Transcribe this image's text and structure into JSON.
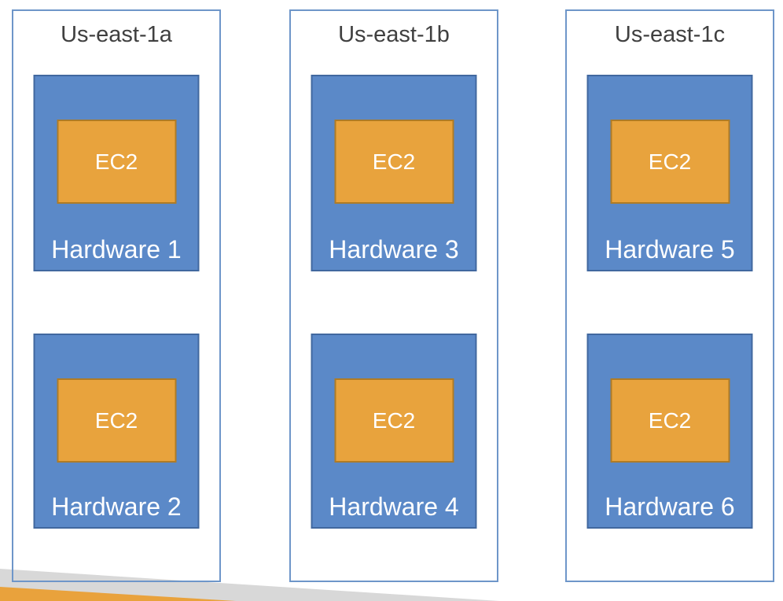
{
  "zones": [
    {
      "name": "Us-east-1a",
      "hardware": [
        {
          "label": "Hardware 1",
          "instance": "EC2"
        },
        {
          "label": "Hardware 2",
          "instance": "EC2"
        }
      ]
    },
    {
      "name": "Us-east-1b",
      "hardware": [
        {
          "label": "Hardware 3",
          "instance": "EC2"
        },
        {
          "label": "Hardware 4",
          "instance": "EC2"
        }
      ]
    },
    {
      "name": "Us-east-1c",
      "hardware": [
        {
          "label": "Hardware 5",
          "instance": "EC2"
        },
        {
          "label": "Hardware 6",
          "instance": "EC2"
        }
      ]
    }
  ],
  "colors": {
    "zone_border": "#6E96C9",
    "hardware_fill": "#5B89C8",
    "hardware_border": "#41689F",
    "instance_fill": "#E8A33D",
    "instance_border": "#AE7B26",
    "zone_title_text": "#404040",
    "label_text": "#FFFFFF",
    "decoration_gray": "#D8D8D8",
    "decoration_orange": "#E9A23C"
  }
}
